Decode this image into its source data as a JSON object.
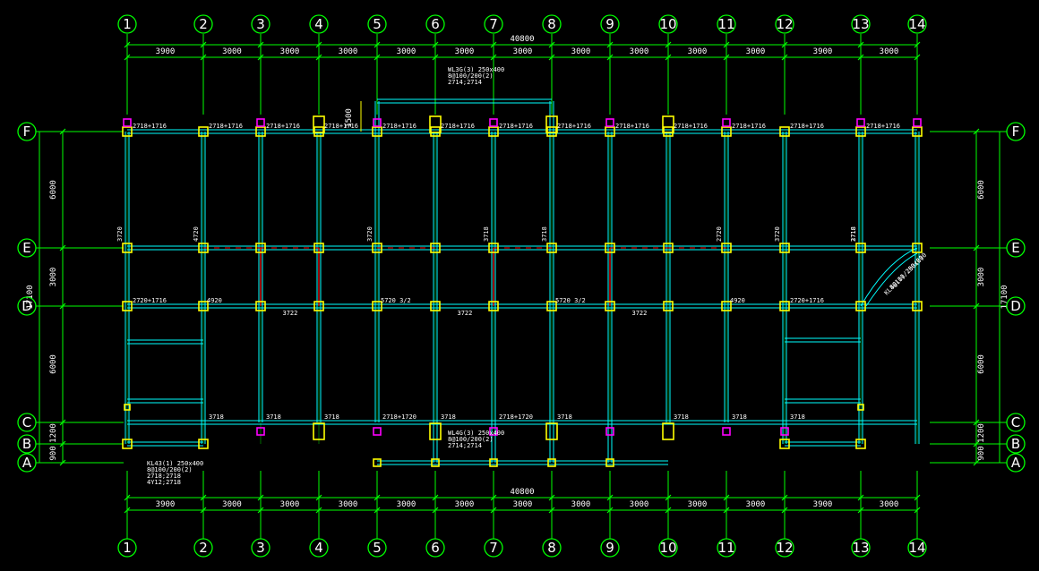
{
  "colors": {
    "background": "#000000",
    "axis": "#00ff00",
    "beam": "#00ffff",
    "beam_highlight": "#ff0000",
    "column": "#ffff00",
    "column_small": "#ff00ff",
    "text": "#ffffff"
  },
  "axes": {
    "vertical": [
      "1",
      "2",
      "3",
      "4",
      "5",
      "6",
      "7",
      "8",
      "9",
      "10",
      "11",
      "12",
      "13",
      "14"
    ],
    "horizontal": [
      "F",
      "E",
      "D",
      "C",
      "B",
      "A"
    ]
  },
  "dimensions": {
    "top_spans": [
      "3900",
      "3000",
      "3000",
      "3000",
      "3000",
      "3000",
      "3000",
      "3000",
      "3000",
      "3000",
      "3000",
      "3900",
      "3000"
    ],
    "top_total": "40800",
    "bottom_spans": [
      "3900",
      "3000",
      "3000",
      "3000",
      "3000",
      "3000",
      "3000",
      "3000",
      "3000",
      "3000",
      "3000",
      "3900",
      "3000"
    ],
    "bottom_total": "40800",
    "left_spans": [
      "6000",
      "3000",
      "6000",
      "1200",
      "900"
    ],
    "left_total": "17100",
    "right_spans": [
      "6000",
      "3000",
      "6000",
      "1200",
      "900"
    ],
    "right_total": "17100",
    "stair_offset": "1500"
  },
  "annotations": {
    "top_beam": [
      "2718+1716",
      "2718+1716",
      "2718+1716",
      "2718+1716",
      "2718+1716",
      "2718+1716",
      "2718+1716",
      "2718+1716",
      "2718+1716",
      "2718+1716",
      "2718+1716",
      "2718+1716",
      "2718+1716"
    ],
    "stair_top": [
      "WL3G(3) 250x400",
      "8@100/200(2)",
      "2714;2714"
    ],
    "d_line_left": "2720+1716",
    "d_line_mid": [
      "4920",
      "5720 3/2",
      "5720 3/2",
      "4920"
    ],
    "d_line_right": "2720+1716",
    "middle_span": [
      "3722",
      "3722",
      "3722"
    ],
    "c_line": [
      "3718",
      "3718",
      "3718",
      "2718+1720",
      "3718",
      "2718+1720",
      "3718",
      "3718",
      "3718",
      "3718"
    ],
    "bottom_left_beam": [
      "KL43(1) 250x400",
      "8@100/200(2)",
      "2718;2718",
      "4Y12;2718"
    ],
    "bottom_stair": [
      "WL4G(3) 250x400",
      "8@100/200(2)",
      "2714;2714"
    ],
    "curve_beam": [
      "KL4G(1) 250x600",
      "8@100/200(2)"
    ],
    "mid_vertical": [
      "3720",
      "4720",
      "3720",
      "3718",
      "3718",
      "2720",
      "3720",
      "2718",
      "3718"
    ]
  }
}
